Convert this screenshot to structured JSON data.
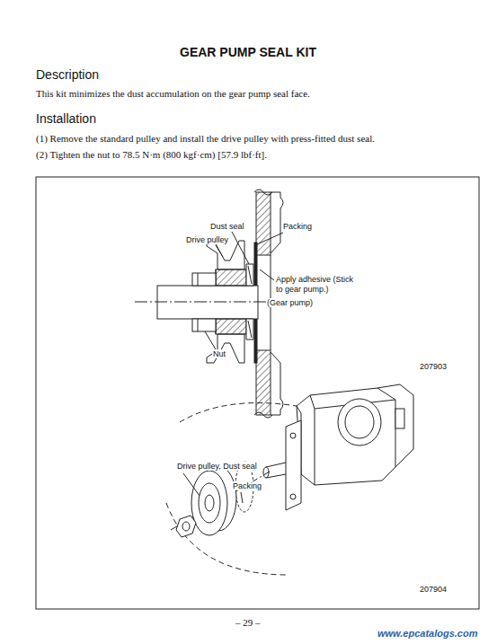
{
  "diagram": {
    "title": "GEAR PUMP SEAL KIT",
    "labels": [
      "Description",
      "This kit minimizes the dust accumulation on the gear pump seal face.",
      "Installation",
      "(1) Remove the standard pulley and install the drive pulley with press-fitted dust seal.",
      "(2) Tighten the nut to 78.5 N·m (800 kgf·cm) [57.9 lbf·ft].",
      "Dust seal",
      "Packing",
      "Drive pulley",
      "Apply adhesive (Stick to gear pump.)",
      "(Gear pump)",
      "Nut",
      "207903",
      "Drive pulley, Dust seal",
      "Packing",
      "207904",
      "– 29 –",
      "www.epcatalogs.com"
    ]
  }
}
